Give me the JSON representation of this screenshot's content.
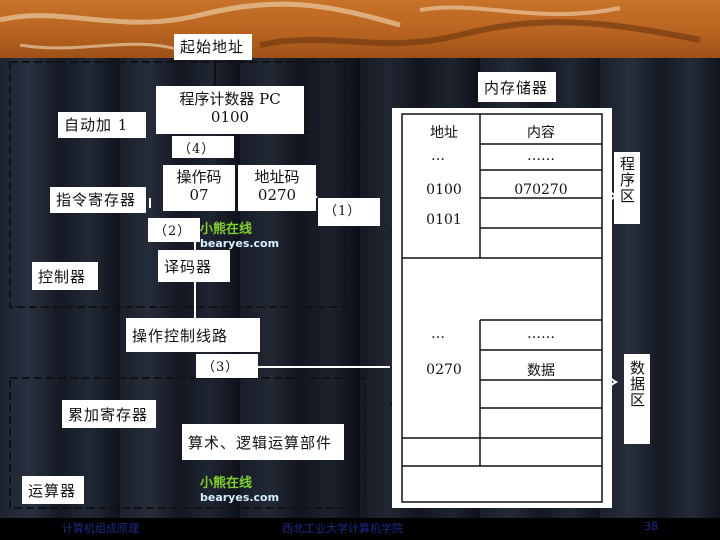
{
  "start_address": "起始地址",
  "pc": {
    "label": "程序计数器 PC",
    "value": "0100"
  },
  "auto_inc": "自动加 1",
  "step4": "（4）",
  "ir": {
    "name": "指令寄存器",
    "opcode_label": "操作码",
    "opcode_value": "07",
    "addr_label": "地址码",
    "addr_value": "0270"
  },
  "step1": "（1）",
  "step2": "（2）",
  "decoder": "译码器",
  "controller": "控制器",
  "op_control": "操作控制线路",
  "step3": "（3）",
  "accumulator": "累加寄存器",
  "alu": "算术、逻辑运算部件",
  "arith_unit": "运算器",
  "memory": {
    "title": "内存储器",
    "col_addr": "地址",
    "col_content": "内容",
    "rows": [
      {
        "addr": "…",
        "content": "……"
      },
      {
        "addr": "0100",
        "content": "070270"
      },
      {
        "addr": "0101",
        "content": ""
      },
      {
        "addr": "…",
        "content": "……"
      },
      {
        "addr": "0270",
        "content": "数据"
      }
    ],
    "program_area": "程序区",
    "data_area": "数据区"
  },
  "watermark": {
    "cn": "小熊在线",
    "en": "bearyes.com"
  },
  "footer": {
    "left": "计算机组成原理",
    "center": "西北工业大学计算机学院",
    "page": "38"
  }
}
